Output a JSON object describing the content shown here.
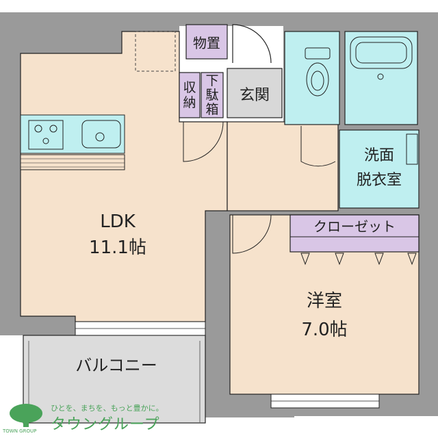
{
  "rooms": {
    "ldk_name": "LDK",
    "ldk_size": "11.1帖",
    "western_name": "洋室",
    "western_size": "7.0帖",
    "balcony": "バルコニー",
    "entrance": "玄関",
    "storage": "物置",
    "closet": "クローゼット",
    "washroom_line1": "洗面",
    "washroom_line2": "脱衣室",
    "shoe_box_col1": "下",
    "shoe_box_col2": "駄",
    "shoe_box_col3": "箱",
    "shelf_col1": "収",
    "shelf_col2": "納"
  },
  "logo": {
    "tagline": "ひとを、まちを、もっと豊かに。",
    "name": "タウングループ",
    "sub": "TOWN GROUP"
  },
  "colors": {
    "wall": "#9a9a9a",
    "ldk_floor": "#f6e2cc",
    "wet_area": "#bfeff0",
    "storage": "#d9c6e6",
    "entrance": "#d8d8d8",
    "balcony": "#dcdcdc",
    "logo_green": "#4aa35a"
  }
}
